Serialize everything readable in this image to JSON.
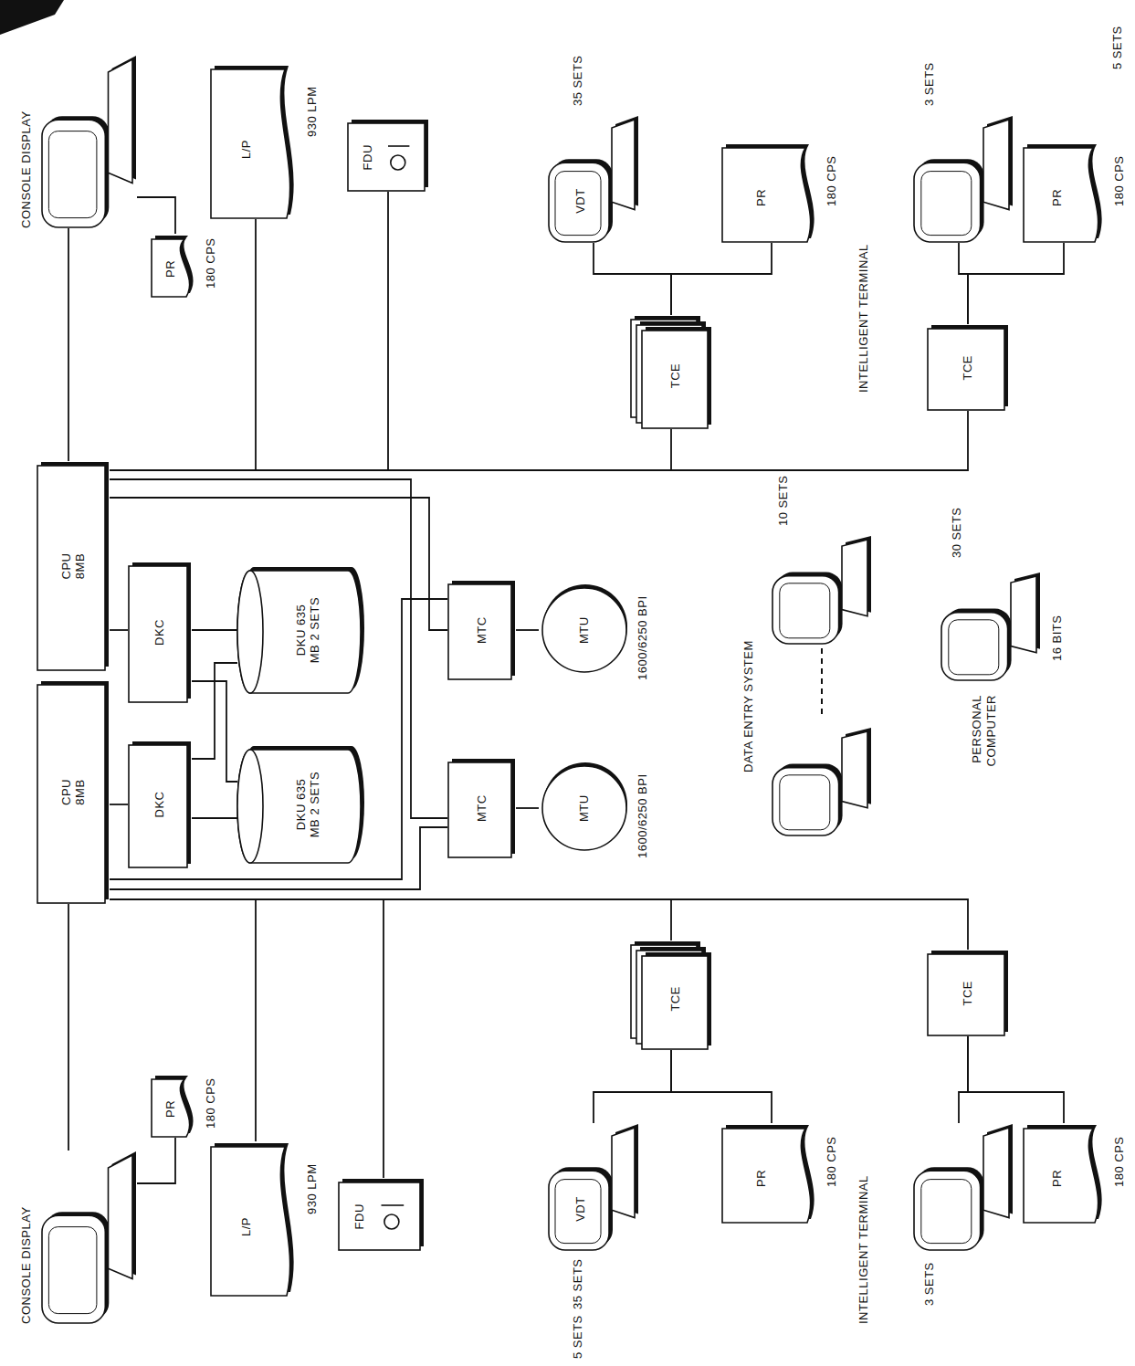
{
  "diagram": {
    "nodes": [
      {
        "text": [
          "CPU 8MB"
        ]
      },
      {
        "text": [
          "CPU 8MB"
        ]
      },
      {
        "text": [
          "DKC"
        ]
      },
      {
        "text": [
          "DKC"
        ]
      },
      {
        "text": [
          "DKU 635 MB 2 SETS"
        ]
      },
      {
        "text": [
          "DKU 635 MB 2 SETS"
        ]
      },
      {
        "text": [
          "MTC"
        ]
      },
      {
        "text": [
          "MTC"
        ]
      },
      {
        "text": [
          "MTU",
          "1600/6250 BPI"
        ]
      },
      {
        "text": [
          "MTU",
          "1600/6250 BPI"
        ]
      },
      {
        "text": [
          "CONSOLE DISPLAY"
        ]
      },
      {
        "text": [
          "PR",
          "180 CPS"
        ]
      },
      {
        "text": [
          "L/P",
          "930 LPM"
        ]
      },
      {
        "text": [
          "FDU"
        ]
      },
      {
        "text": [
          "TCE"
        ]
      },
      {
        "text": [
          "VDT"
        ]
      },
      {
        "text": [
          "PR",
          "180 CPS"
        ]
      },
      {
        "text": [
          "INTELLIGENT TERMINAL"
        ]
      },
      {
        "text": [
          "PR",
          "180 CPS"
        ]
      },
      {
        "text": [
          "TCE"
        ]
      },
      {
        "text": [
          "CONSOLE DISPLAY"
        ]
      },
      {
        "text": [
          "PR",
          "180 CPS"
        ]
      },
      {
        "text": [
          "L/P",
          "930 LPM"
        ]
      },
      {
        "text": [
          "FDU"
        ]
      },
      {
        "text": [
          "TCE"
        ]
      },
      {
        "text": [
          "VDT"
        ]
      },
      {
        "text": [
          "PR",
          "180 CPS"
        ]
      },
      {
        "text": [
          "INTELLIGENT TERMINAL"
        ]
      },
      {
        "text": [
          "PR",
          "180 CPS"
        ]
      },
      {
        "text": [
          "TCE"
        ]
      }
    ],
    "edges": [
      {
        "from": 0,
        "to": 2,
        "arrow": "none"
      },
      {
        "from": 1,
        "to": 3,
        "arrow": "none"
      },
      {
        "from": 2,
        "to": 4,
        "arrow": "none"
      },
      {
        "from": 2,
        "to": 5,
        "arrow": "none"
      },
      {
        "from": 3,
        "to": 5,
        "arrow": "none"
      },
      {
        "from": 3,
        "to": 4,
        "arrow": "none"
      },
      {
        "from": 0,
        "to": 6,
        "arrow": "none"
      },
      {
        "from": 0,
        "to": 7,
        "arrow": "none"
      },
      {
        "from": 1,
        "to": 7,
        "arrow": "none"
      },
      {
        "from": 1,
        "to": 6,
        "arrow": "none"
      },
      {
        "from": 6,
        "to": 8,
        "arrow": "none"
      },
      {
        "from": 7,
        "to": 9,
        "arrow": "none"
      },
      {
        "from": 1,
        "to": 10,
        "arrow": "none"
      },
      {
        "from": 10,
        "to": 11,
        "arrow": "none"
      },
      {
        "from": 1,
        "to": 12,
        "arrow": "none"
      },
      {
        "from": 1,
        "to": 13,
        "arrow": "none"
      },
      {
        "from": 1,
        "to": 14,
        "arrow": "none"
      },
      {
        "from": 14,
        "to": 15,
        "arrow": "none"
      },
      {
        "from": 14,
        "to": 16,
        "arrow": "none"
      },
      {
        "from": 1,
        "to": 19,
        "arrow": "none"
      },
      {
        "from": 19,
        "to": 17,
        "arrow": "none"
      },
      {
        "from": 19,
        "to": 18,
        "arrow": "none"
      },
      {
        "from": 0,
        "to": 20,
        "arrow": "none"
      },
      {
        "from": 20,
        "to": 21,
        "arrow": "none"
      },
      {
        "from": 0,
        "to": 22,
        "arrow": "none"
      },
      {
        "from": 0,
        "to": 23,
        "arrow": "none"
      },
      {
        "from": 0,
        "to": 24,
        "arrow": "none"
      },
      {
        "from": 24,
        "to": 25,
        "arrow": "none"
      },
      {
        "from": 24,
        "to": 26,
        "arrow": "none"
      },
      {
        "from": 0,
        "to": 29,
        "arrow": "none"
      },
      {
        "from": 29,
        "to": 27,
        "arrow": "none"
      },
      {
        "from": 29,
        "to": 28,
        "arrow": "none"
      }
    ],
    "labels": [
      "35 SETS",
      "5 SETS",
      "3 SETS",
      "35 SETS",
      "5 SETS",
      "3 SETS",
      "DATA ENTRY SYSTEM",
      "10 SETS",
      "PERSONAL COMPUTER",
      "30 SETS",
      "16 BITS"
    ]
  }
}
